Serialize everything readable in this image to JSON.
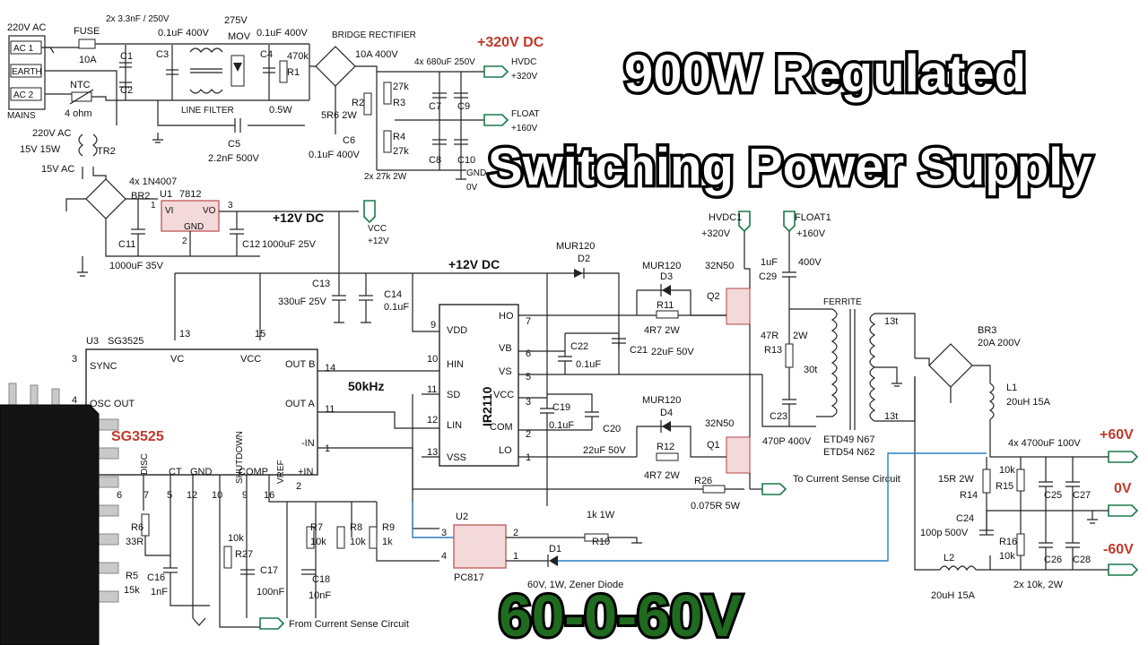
{
  "title": {
    "line1": "900W Regulated",
    "line2": "Switching Power Supply"
  },
  "output_banner": "60-0-60V",
  "chip_photo_label": "SG3525",
  "mains": {
    "ac_label": "220V AC",
    "ac1": "AC 1",
    "earth": "EARTH",
    "ac2": "AC 2",
    "mains": "MAINS",
    "fuse": "FUSE",
    "fuse_rating": "10A",
    "ntc": "NTC",
    "ntc_value": "4 ohm"
  },
  "filter": {
    "caps_pair": "2x 3.3nF / 250V",
    "c1": "C1",
    "c2": "C2",
    "c3": "C3",
    "c3_value": "0.1uF 400V",
    "line_filter": "LINE FILTER",
    "mov": "MOV",
    "mov_value": "275V",
    "c4": "C4",
    "c4_value": "0.1uF 400V",
    "r1": "R1",
    "r1_value": "470k",
    "r1_power": "0.5W",
    "c5": "C5",
    "c5_value": "2.2nF  500V"
  },
  "rectifier": {
    "label": "BRIDGE RECTIFIER",
    "rating": "10A 400V",
    "r2": "R2",
    "r2_value": "5R6 2W",
    "c6": "C6",
    "c6_value": "0.1uF 400V",
    "r3": "R3",
    "r3_value": "27k",
    "r4": "R4",
    "r4_value": "27k",
    "r_pair": "2x 27k 2W",
    "caps": "4x 680uF 250V",
    "c7": "C7",
    "c8": "C8",
    "c9": "C9",
    "c10": "C10",
    "v320": "+320V DC",
    "hvdc": "HVDC",
    "hvdc_v": "+320V",
    "float": "FLOAT",
    "float_v": "+160V",
    "gnd": "GND",
    "gnd_v": "0V"
  },
  "aux": {
    "tr_in": "220V AC",
    "tr_rating": "15V 15W",
    "tr2": "TR2",
    "tr_out": "15V AC",
    "diodes": "4x 1N4007",
    "br2": "BR2",
    "u1": "U1",
    "u1_part": "7812",
    "vi": "VI",
    "gnd": "GND",
    "vo": "VO",
    "pin1": "1",
    "pin2": "2",
    "pin3": "3",
    "c11": "C11",
    "c11_value": "1000uF 35V",
    "c12": "C12",
    "c12_value": "1000uF 25V",
    "v12": "+12V DC",
    "vcc": "VCC",
    "vcc_v": "+12V"
  },
  "driver_bus": {
    "v12": "+12V DC",
    "c13": "C13",
    "c13_value": "330uF 25V",
    "c14": "C14",
    "c14_value": "0.1uF",
    "mur_top": "MUR120",
    "d2": "D2"
  },
  "sg3525": {
    "u3": "U3",
    "part": "SG3525",
    "vc": "VC",
    "vcc": "VCC",
    "pin13": "13",
    "pin15": "15",
    "sync": "SYNC",
    "pin3": "3",
    "osc": "OSC OUT",
    "pin4": "4",
    "outb": "OUT B",
    "pin14": "14",
    "outa": "OUT A",
    "pin11": "11",
    "minus_in": "-IN",
    "pin1": "1",
    "plus_in": "+IN",
    "pin2": "2",
    "disc": "DISC",
    "ct": "CT",
    "gnd": "GND",
    "shutdown": "SHUTDOWN",
    "comp": "COMP",
    "vref": "VREF",
    "pin7": "7",
    "pin5": "5",
    "pin12": "12",
    "pin10": "10",
    "pin9": "9",
    "pin16": "16",
    "pin6": "6",
    "freq": "50kHz"
  },
  "timing": {
    "r6": "R6",
    "r6_value": "33R",
    "r5": "R5",
    "r5_value": "15k",
    "c16": "C16",
    "c16_value": "1nF",
    "r27": "R27",
    "r27_value": "10k",
    "c17": "C17",
    "c17_value": "100nF",
    "r7": "R7",
    "r7_value": "10k",
    "r8": "R8",
    "r8_value": "10k",
    "r9": "R9",
    "r9_value": "1k",
    "c18": "C18",
    "c18_value": "10nF",
    "from_cs": "From Current Sense Circuit"
  },
  "ir2110": {
    "part": "IR2110",
    "vdd": "VDD",
    "hin": "HIN",
    "sd": "SD",
    "lin": "LIN",
    "vss": "VSS",
    "ho": "HO",
    "vb": "VB",
    "vs": "VS",
    "vcc": "VCC",
    "com": "COM",
    "lo": "LO",
    "p9": "9",
    "p10": "10",
    "p11": "11",
    "p12": "12",
    "p13": "13",
    "p7": "7",
    "p6": "6",
    "p5": "5",
    "p3": "3",
    "p2": "2",
    "p1": "1",
    "c22": "C22",
    "c22_value": "0.1uF",
    "c21": "C21",
    "c21_value": "22uF 50V",
    "c19": "C19",
    "c19_value": "0.1uF",
    "c20": "C20",
    "c20_value": "22uF 50V"
  },
  "mosfets": {
    "mur_d3": "MUR120",
    "d3": "D3",
    "r11": "R11",
    "r11_value": "4R7 2W",
    "q2_part": "32N50",
    "q2": "Q2",
    "mur_d4": "MUR120",
    "d4": "D4",
    "r12": "R12",
    "r12_value": "4R7 2W",
    "q1_part": "32N50",
    "q1": "Q1",
    "r26": "R26",
    "r26_value": "0.075R 5W",
    "to_cs": "To Current Sense Circuit",
    "hvdc1": "HVDC1",
    "hvdc1_v": "+320V",
    "float1": "FLOAT1",
    "float1_v": "+160V"
  },
  "transformer": {
    "c29": "C29",
    "c29_value": "1uF",
    "c29_v": "400V",
    "r13": "R13",
    "r13_value": "47R",
    "r13_power": "2W",
    "c23": "C23",
    "c23_value": "470P 400V",
    "ferrite": "FERRITE",
    "core1": "ETD49 N67",
    "core2": "ETD54 N62",
    "primary": "30t",
    "sec_top": "13t",
    "sec_bot": "13t"
  },
  "output": {
    "br3": "BR3",
    "br3_rating": "20A 200V",
    "l1": "L1",
    "l1_value": "20uH 15A",
    "l2": "L2",
    "l2_value": "20uH 15A",
    "caps": "4x 4700uF 100V",
    "r14": "R14",
    "r14_value": "15R 2W",
    "c24": "C24",
    "c24_value": "100p 500V",
    "r15": "R15",
    "r15_value": "10k",
    "r16": "R16",
    "r16_value": "10k",
    "r_pair": "2x 10k, 2W",
    "c25": "C25",
    "c26": "C26",
    "c27": "C27",
    "c28": "C28",
    "pos": "+60V",
    "zero": "0V",
    "neg": "-60V"
  },
  "feedback": {
    "u2": "U2",
    "pc817": "PC817",
    "p1": "1",
    "p2": "2",
    "p3": "3",
    "p4": "4",
    "r10": "R10",
    "r10_value": "1k 1W",
    "d1": "D1",
    "zener": "60V, 1W, Zener Diode"
  }
}
